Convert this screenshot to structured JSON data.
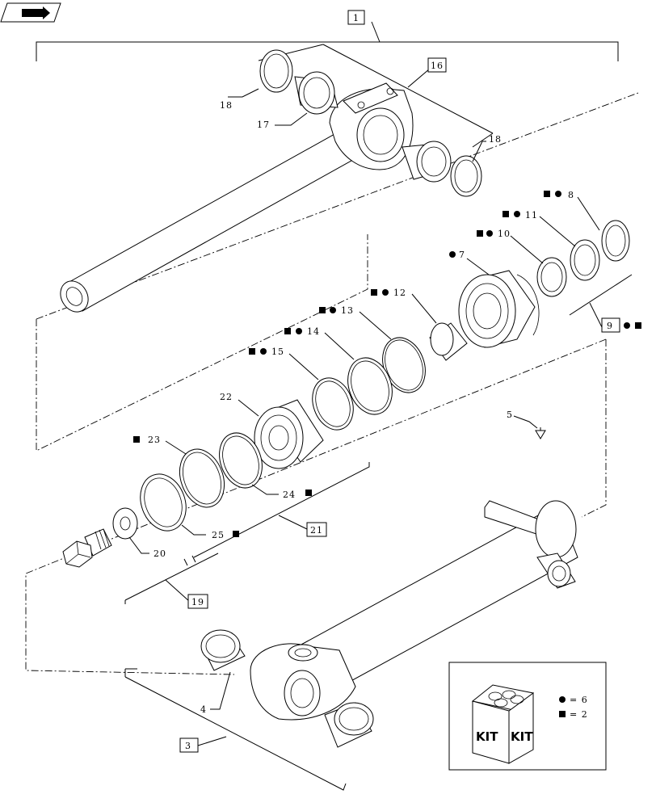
{
  "nav": {
    "icon": "back-arrow-icon"
  },
  "callouts": {
    "c1": "1",
    "c3": "3",
    "c4": "4",
    "c5": "5",
    "c7": "7",
    "c8": "8",
    "c9": "9",
    "c10": "10",
    "c11": "11",
    "c12": "12",
    "c13": "13",
    "c14": "14",
    "c15": "15",
    "c16": "16",
    "c17": "17",
    "c18a": "18",
    "c18b": "18",
    "c19": "19",
    "c20": "20",
    "c21": "21",
    "c22": "22",
    "c23": "23",
    "c24": "24",
    "c25": "25"
  },
  "kit_legend": {
    "box_label_left": "KIT",
    "box_label_right": "KIT",
    "circle_text": "= 6",
    "square_text": "= 2"
  }
}
